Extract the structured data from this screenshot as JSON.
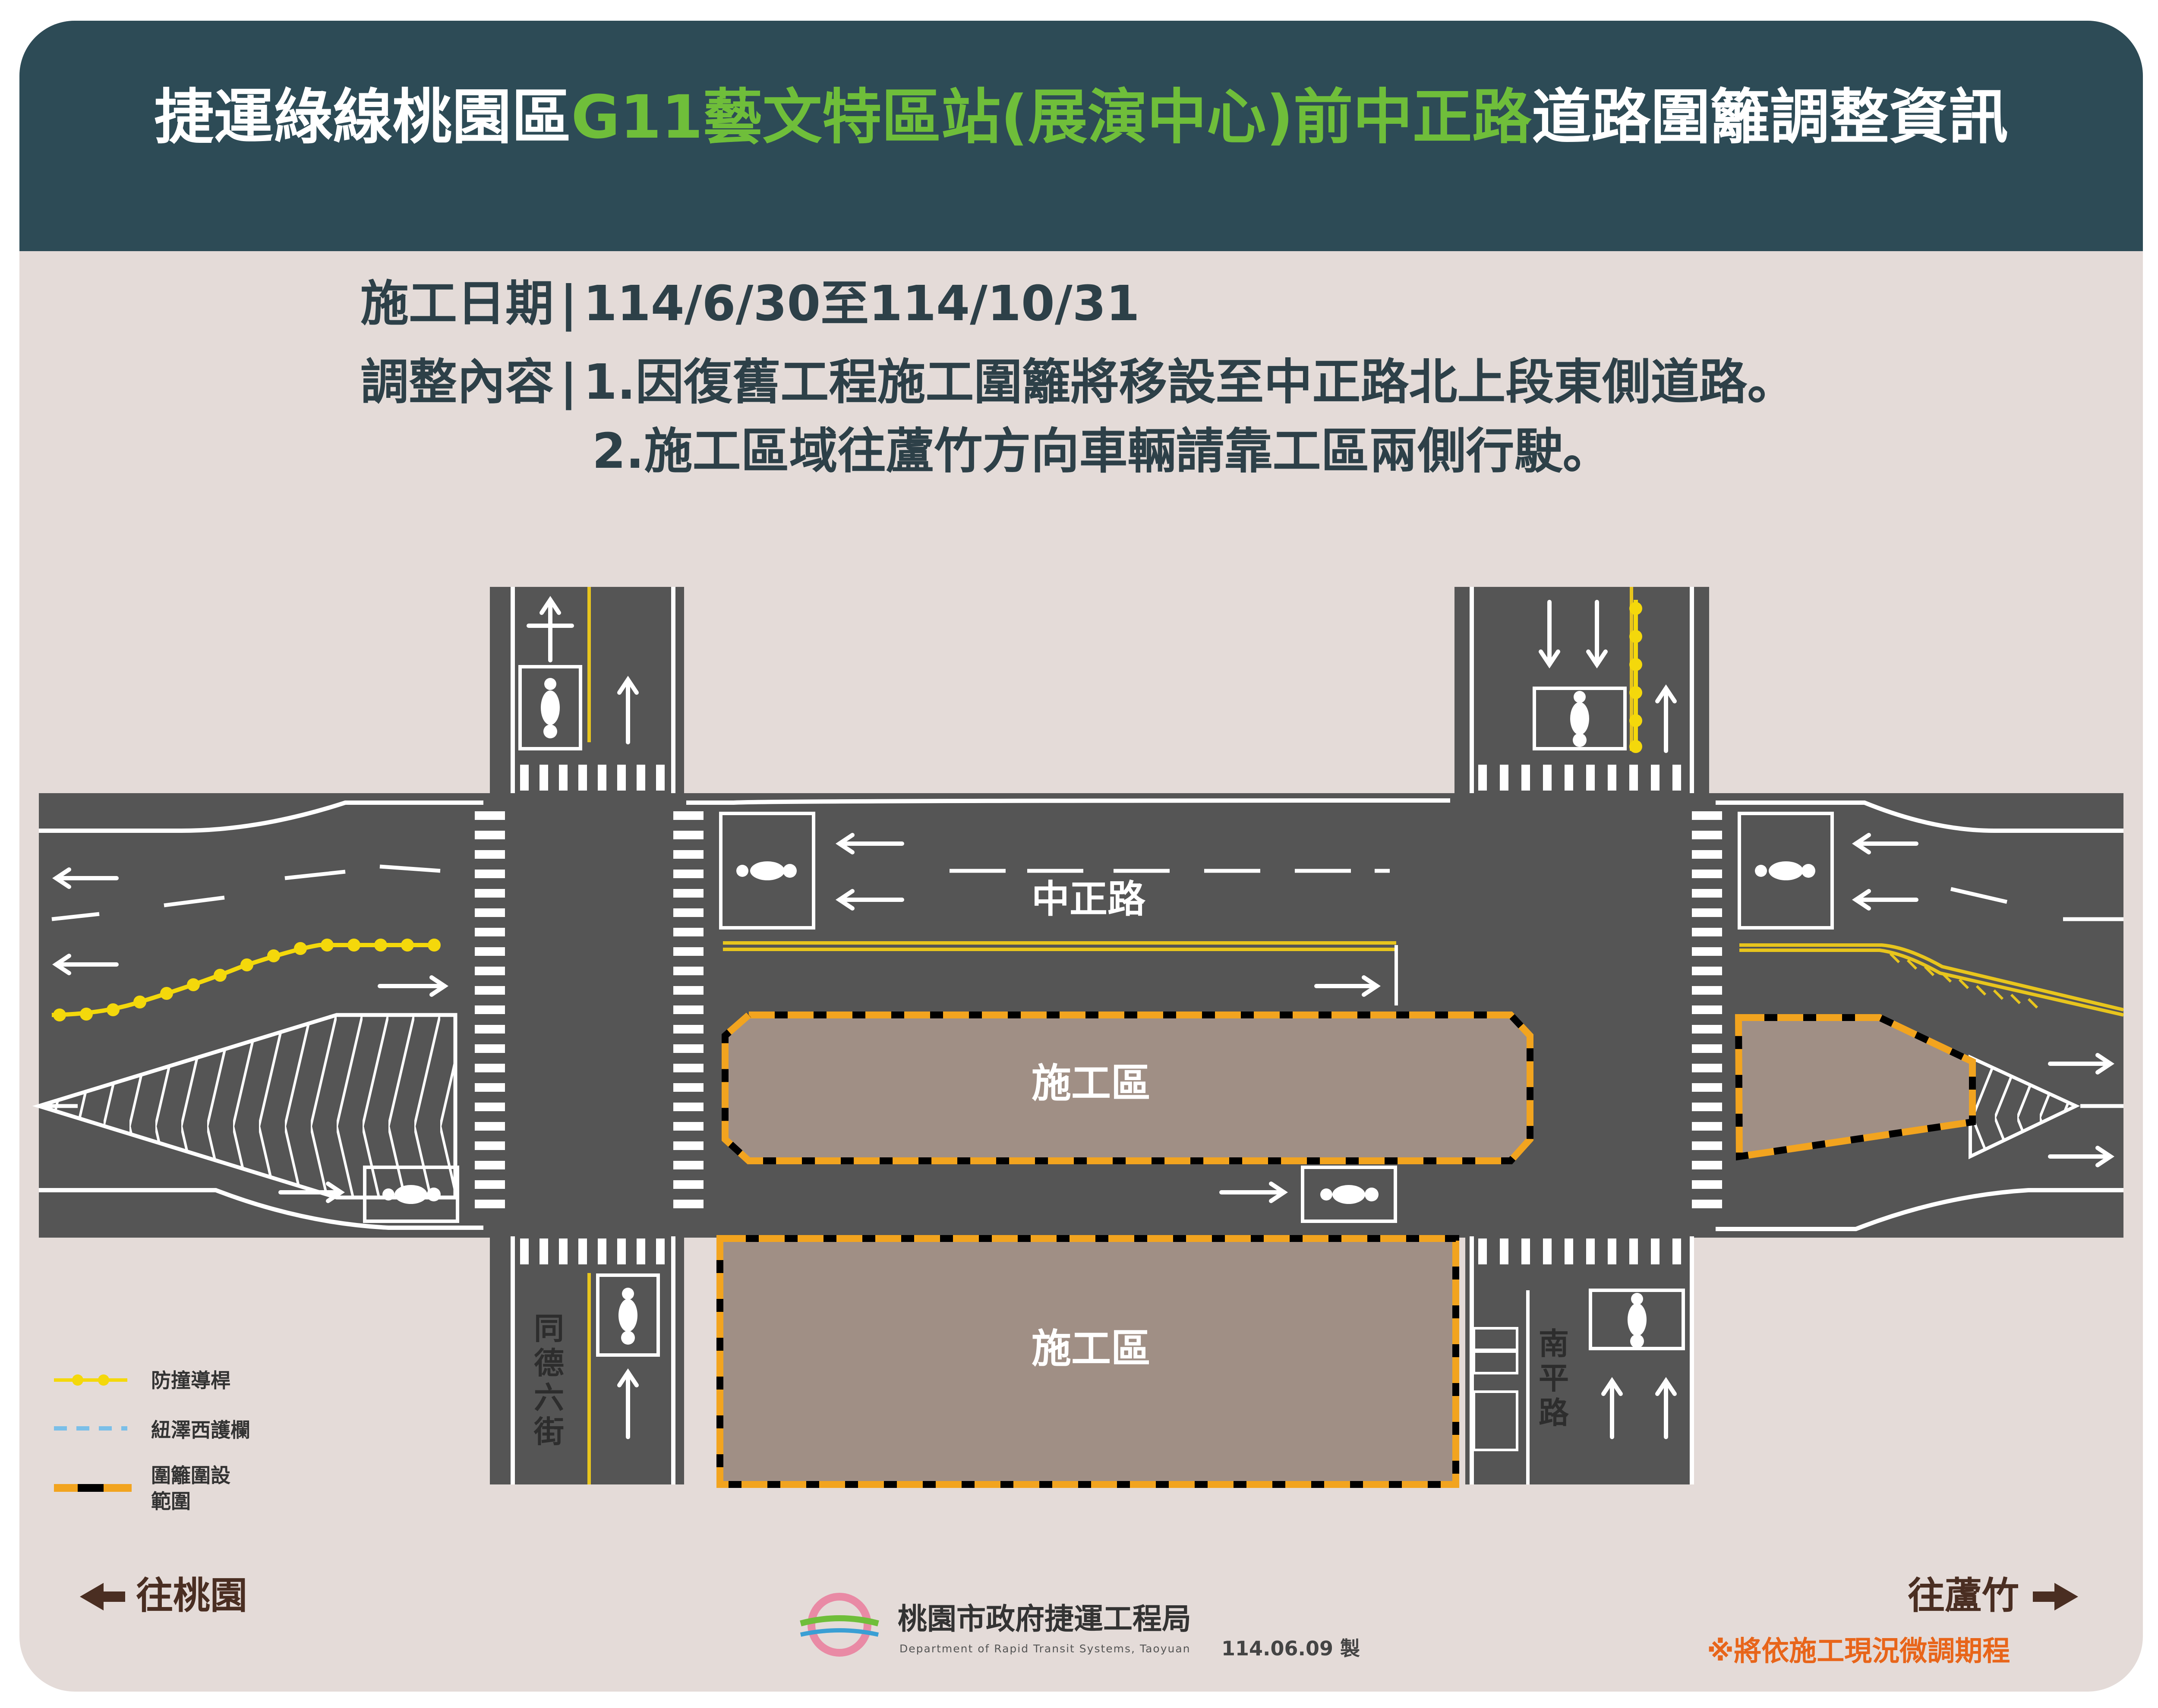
{
  "header": {
    "title_part1": "捷運綠線桃園區",
    "title_accent": "G11藝文特區站(展演中心)前中正路",
    "title_part2": "道路圍籬調整資訊"
  },
  "info": {
    "date_label": "施工日期",
    "date_value": "114/6/30至114/10/31",
    "content_label": "調整內容",
    "content_item1": "1.因復舊工程施工圍籬將移設至中正路北上段東側道路。",
    "content_item2": "2.施工區域往蘆竹方向車輛請靠工區兩側行駛。"
  },
  "map": {
    "road_main": "中正路",
    "road_left": "同德六街",
    "road_right": "南平路",
    "work_zone_1": "施工區",
    "work_zone_2": "施工區"
  },
  "legend": {
    "item1": "防撞導桿",
    "item2": "紐澤西護欄",
    "item3": "圍籬圍設範圍"
  },
  "directions": {
    "left": "往桃園",
    "right": "往蘆竹"
  },
  "note": "※將依施工現況微調期程",
  "footer": {
    "org_name": "桃園市政府捷運工程局",
    "org_en": "Department of Rapid Transit Systems, Taoyuan",
    "date_made": "114.06.09 製"
  },
  "colors": {
    "header_bg": "#2d4b56",
    "accent_green": "#6fbe3a",
    "background": "#e4dbd8",
    "road": "#555555",
    "work_zone": "#a08f85",
    "fence_orange": "#f2a41f",
    "pole_yellow": "#f4d80b",
    "barrier_blue": "#7bbfe8",
    "note_orange": "#e8651a"
  },
  "icons": [
    "arrow-left-icon",
    "arrow-right-icon",
    "cyclist-icon",
    "lane-arrow-icon",
    "logo-icon"
  ]
}
